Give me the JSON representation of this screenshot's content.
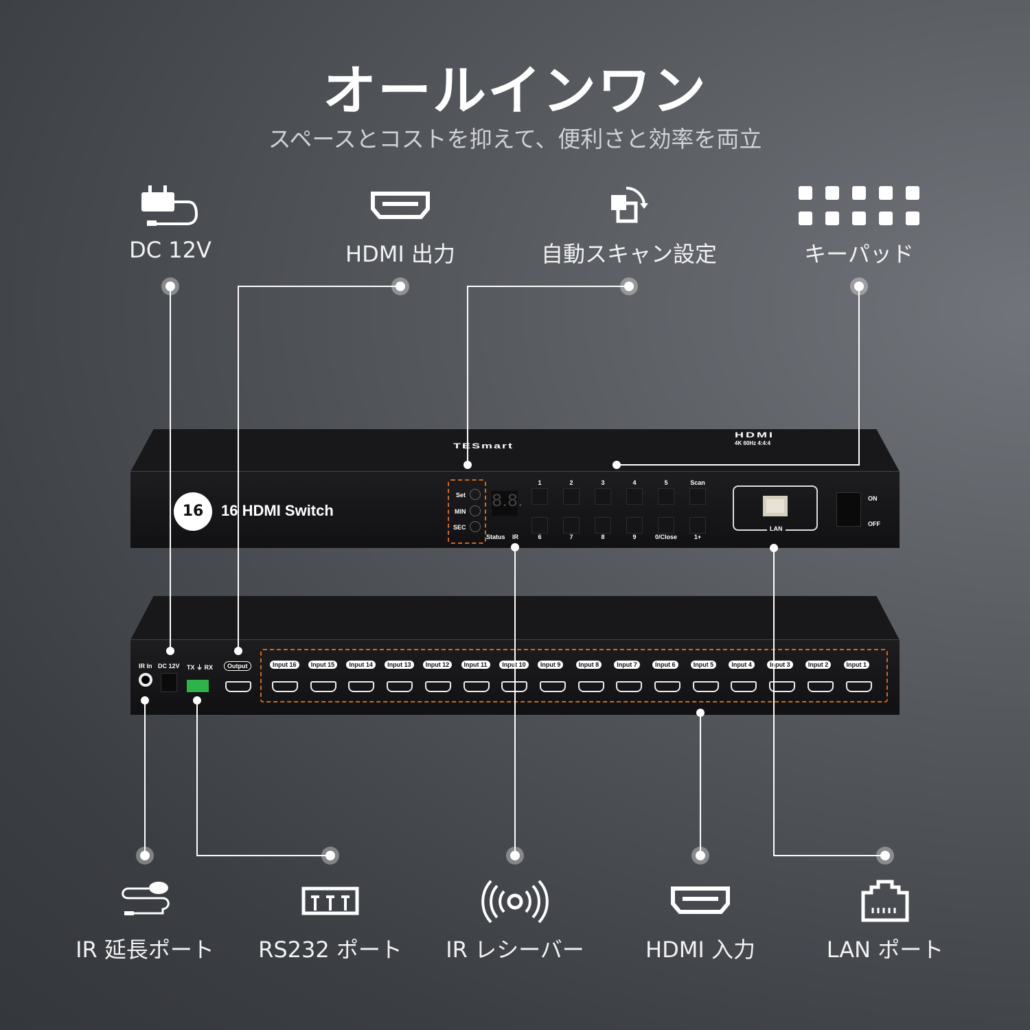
{
  "header": {
    "title": "オールインワン",
    "subtitle": "スペースとコストを抑えて、便利さと効率を両立"
  },
  "top_features": [
    {
      "label": "DC 12V",
      "icon": "power-adapter-icon"
    },
    {
      "label": "HDMI 出力",
      "icon": "hdmi-port-icon"
    },
    {
      "label": "自動スキャン設定",
      "icon": "auto-scan-icon"
    },
    {
      "label": "キーパッド",
      "icon": "keypad-icon"
    }
  ],
  "bottom_features": [
    {
      "label": "IR 延長ポート",
      "icon": "ir-extender-icon"
    },
    {
      "label": "RS232 ポート",
      "icon": "rs232-icon"
    },
    {
      "label": "IR レシーバー",
      "icon": "ir-receiver-icon"
    },
    {
      "label": "HDMI 入力",
      "icon": "hdmi-port-icon"
    },
    {
      "label": "LAN ポート",
      "icon": "lan-port-icon"
    }
  ],
  "front_panel": {
    "brand": "TESmart",
    "logo_text": "16 HDMI Switch",
    "hdmi_badge": "HDMI",
    "hdmi_spec": "4K 60Hz 4:4:4",
    "side_buttons": [
      "Set",
      "MIN",
      "SEC"
    ],
    "display": "8.8.",
    "indicators": [
      "Status",
      "IR"
    ],
    "keys_top": [
      "1",
      "2",
      "3",
      "4",
      "5",
      "Scan"
    ],
    "keys_bottom": [
      "6",
      "7",
      "8",
      "9",
      "0/Close",
      "1+"
    ],
    "lan": "LAN",
    "power_on": "ON",
    "power_off": "OFF"
  },
  "rear_panel": {
    "ports": [
      "IR In",
      "DC 12V",
      "TX ⏚ RX"
    ],
    "output": "Output",
    "inputs": [
      "Input 16",
      "Input 15",
      "Input 14",
      "Input 13",
      "Input 12",
      "Input 11",
      "Input 10",
      "Input 9",
      "Input 8",
      "Input 7",
      "Input 6",
      "Input 5",
      "Input 4",
      "Input 3",
      "Input 2",
      "Input 1"
    ]
  },
  "colors": {
    "highlight": "#d2691e",
    "rs232_terminal": "#2db34a"
  }
}
